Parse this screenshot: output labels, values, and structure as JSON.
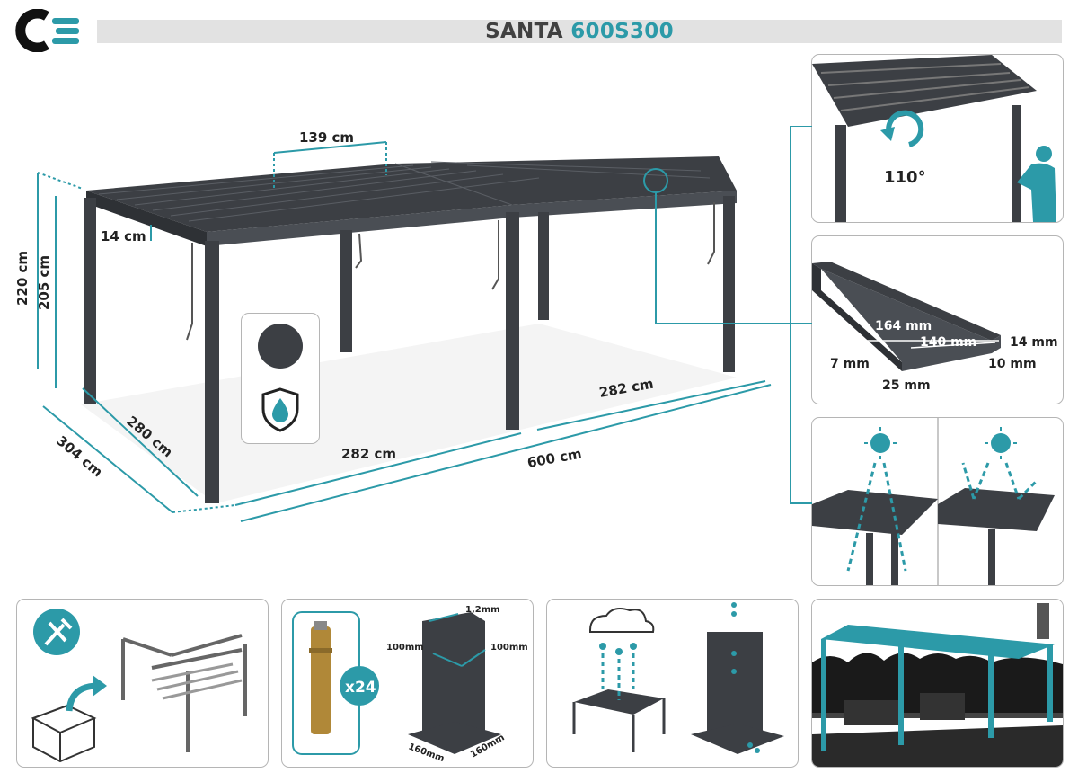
{
  "header": {
    "brand_logo": "CE-logo-icon",
    "title_prefix": "SANTA",
    "title_model": "600S300"
  },
  "main_diagram": {
    "dim_louver_span": "139 cm",
    "dim_beam_height": "14 cm",
    "dim_total_height": "220 cm",
    "dim_clear_height": "205 cm",
    "dim_width_inner": "280 cm",
    "dim_width_outer": "304 cm",
    "dim_length_left": "282 cm",
    "dim_length_right": "282 cm",
    "dim_length_total": "600 cm"
  },
  "features": {
    "color_swatch": "#3c3f44",
    "icons": [
      "color-swatch-icon",
      "water-shield-icon"
    ]
  },
  "side_panels": {
    "rotation": {
      "angle_label": "110°"
    },
    "louver_profile": {
      "width_total": "164 mm",
      "width_inner": "140 mm",
      "height": "14 mm",
      "lip_height": "7 mm",
      "bottom_width": "25 mm",
      "lip_width": "10 mm"
    },
    "sun": {
      "icons": [
        "sun-closed-icon",
        "sun-open-icon"
      ]
    }
  },
  "bottom_panels": {
    "assembly": {
      "icons": [
        "tools-icon",
        "box-icon"
      ]
    },
    "anchors": {
      "count_label": "x24"
    },
    "post": {
      "thickness": "1,2mm",
      "side_a": "100mm",
      "side_b": "100mm",
      "base_a": "160mm",
      "base_b": "160mm"
    },
    "drainage": {
      "icons": [
        "rain-cloud-icon"
      ]
    },
    "photo": {}
  },
  "colors": {
    "accent": "#2c9aa8",
    "frame": "#3c3f44",
    "panel_border": "#b5b5b5",
    "title_bar": "#e2e2e2"
  }
}
